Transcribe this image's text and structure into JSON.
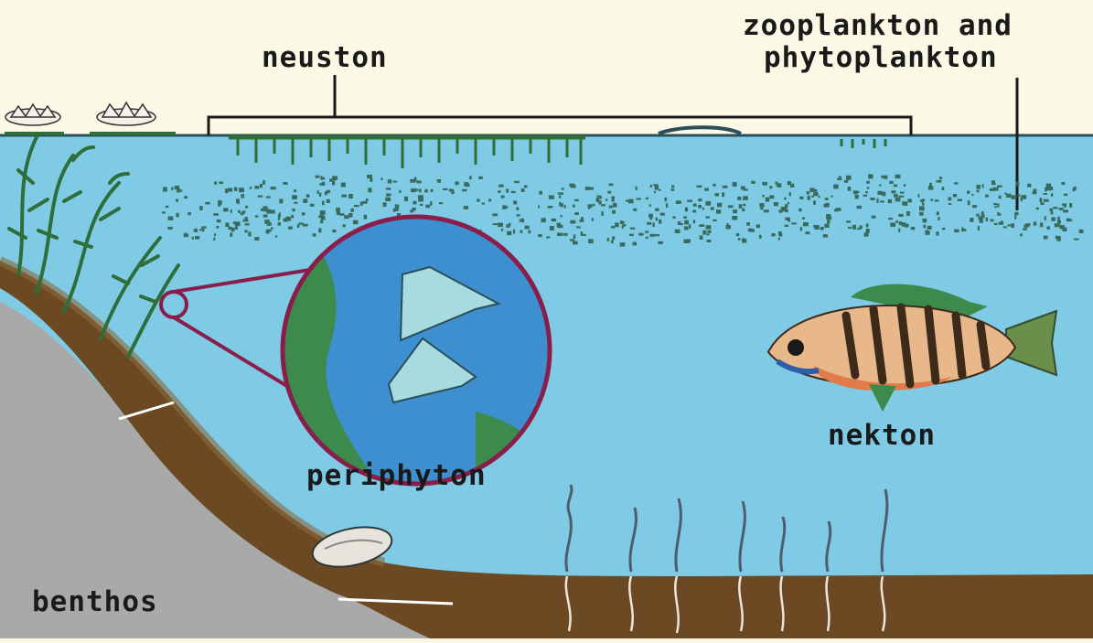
{
  "labels": {
    "neuston": "neuston",
    "plankton_line1": "zooplankton and",
    "plankton_line2": "phytoplankton",
    "periphyton": "periphyton",
    "nekton": "nekton",
    "benthos": "benthos"
  },
  "colors": {
    "sky": "#fbf8e6",
    "water": "#7fcbe6",
    "sediment": "#6b4a23",
    "rock": "#a9a9a9",
    "plant": "#2f6e3a",
    "plankton": "#3a6a5c",
    "magnifier_border": "#8a1e4b"
  },
  "icons": [
    "water-lily-icon",
    "aquatic-plant-icon",
    "plankton-cloud-icon",
    "fish-icon",
    "snail-icon",
    "magnifier-icon",
    "rooted-plant-icon"
  ]
}
